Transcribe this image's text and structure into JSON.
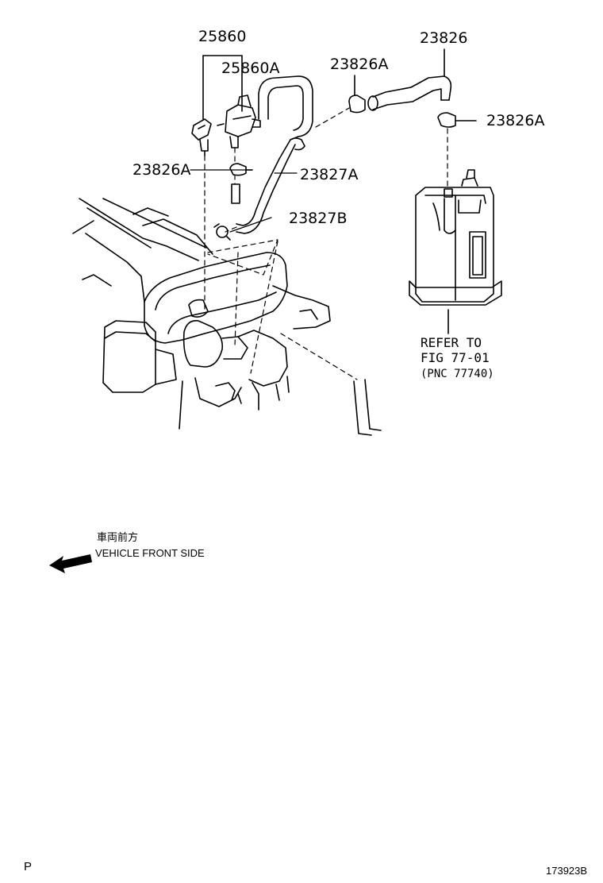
{
  "part_numbers": {
    "p25860": "25860",
    "p25860A": "25860A",
    "p23826A_top": "23826A",
    "p23826": "23826",
    "p23826A_right": "23826A",
    "p23826A_left": "23826A",
    "p23827A": "23827A",
    "p23827B": "23827B"
  },
  "reference": {
    "line1": "REFER TO",
    "line2": "FIG 77-01",
    "line3": "(PNC 77740)"
  },
  "direction": {
    "japanese": "車両前方",
    "english": "VEHICLE FRONT SIDE"
  },
  "footer": {
    "page_mark": "P",
    "figure_id": "173923B"
  }
}
